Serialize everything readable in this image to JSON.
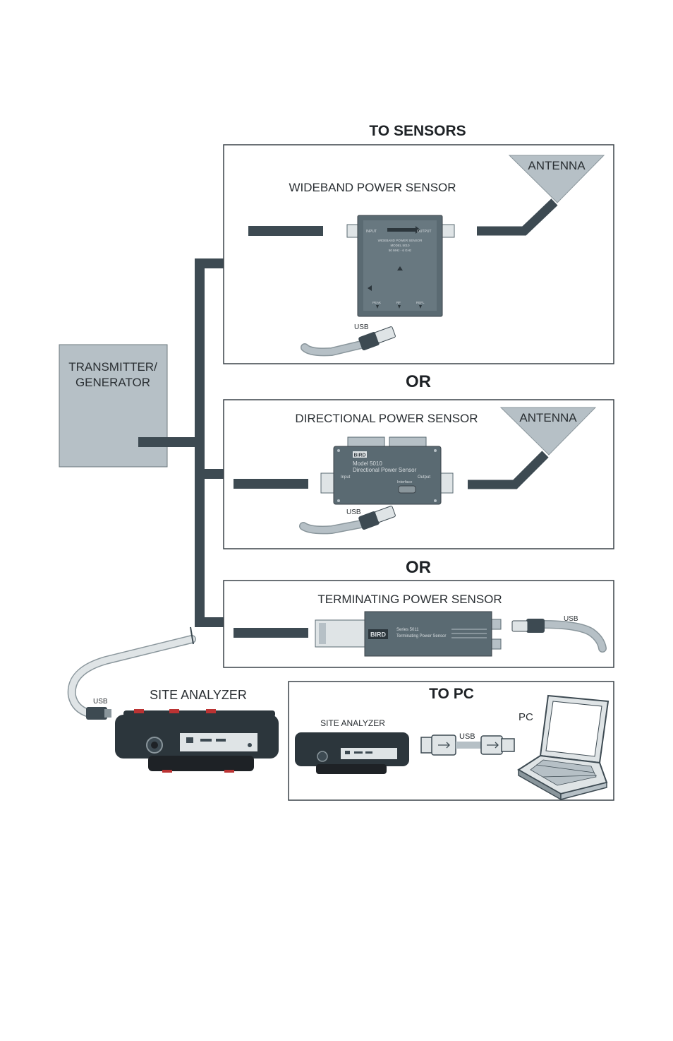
{
  "headings": {
    "to_sensors": "TO SENSORS",
    "or_1": "OR",
    "or_2": "OR",
    "to_pc": "TO PC"
  },
  "transmitter": {
    "line1": "TRANSMITTER/",
    "line2": "GENERATOR"
  },
  "wideband": {
    "title": "WIDEBAND POWER SENSOR",
    "antenna": "ANTENNA",
    "usb": "USB",
    "input": "INPUT",
    "output": "OUTPUT",
    "body_line1": "WIDEBAND POWER SENSOR",
    "body_line2": "MODEL 5010",
    "body_line3": "50 MHz - 6 GHz",
    "port_peak": "PEAK",
    "port_rf": "RF",
    "port_refl": "REFL"
  },
  "directional": {
    "title": "DIRECTIONAL POWER SENSOR",
    "antenna": "ANTENNA",
    "usb": "USB",
    "brand": "BIRD",
    "model": "Model 5010",
    "desc": "Directional Power Sensor",
    "input": "Input",
    "output": "Output",
    "interface": "Interface"
  },
  "terminating": {
    "title": "TERMINATING POWER SENSOR",
    "usb": "USB",
    "brand": "BIRD",
    "series": "Series 5011",
    "desc": "Terminating Power Sensor"
  },
  "site_analyzer": {
    "label": "SITE ANALYZER",
    "usb": "USB"
  },
  "pc_panel": {
    "site_analyzer": "SITE ANALYZER",
    "usb": "USB",
    "pc": "PC"
  },
  "colors": {
    "cable": "#3d4a52",
    "box_fill": "#b6c0c6",
    "panel_border": "#3a4248",
    "sensor_fill": "#5a6a72"
  }
}
